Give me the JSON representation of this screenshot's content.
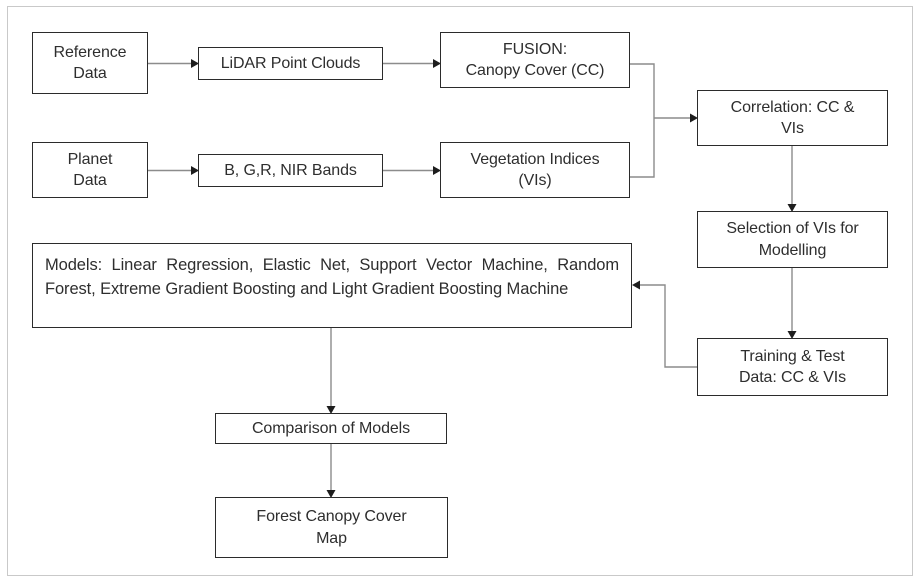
{
  "figure": {
    "title": "Forest canopy cover modelling workflow",
    "colors": {
      "box_border": "#2b2b2b",
      "connector": "#8c8c8c",
      "arrowhead": "#1d1d1d",
      "frame": "#c9c9c9",
      "background": "#ffffff",
      "text": "#2e2e2e"
    }
  },
  "nodes": {
    "reference_data": {
      "line1": "Reference",
      "line2": "Data"
    },
    "lidar_point_clouds": {
      "label": "LiDAR Point Clouds"
    },
    "fusion_canopy_cover": {
      "line1": "FUSION:",
      "line2": "Canopy Cover (CC)"
    },
    "planet_data": {
      "line1": "Planet",
      "line2": "Data"
    },
    "bgr_nir_bands": {
      "label": "B, G,R, NIR Bands"
    },
    "vegetation_indices": {
      "line1": "Vegetation Indices",
      "line2": "(VIs)"
    },
    "correlation": {
      "line1": "Correlation: CC &",
      "line2": "VIs"
    },
    "selection_of_vis": {
      "line1": "Selection of VIs for",
      "line2": "Modelling"
    },
    "training_test_data": {
      "line1": "Training & Test",
      "line2": "Data: CC & VIs"
    },
    "models": {
      "label": "Models: Linear Regression, Elastic Net, Support Vector Machine, Random Forest, Extreme Gradient Boosting and Light Gradient Boosting Machine"
    },
    "comparison_of_models": {
      "label": "Comparison of Models"
    },
    "forest_canopy_cover_map": {
      "line1": "Forest Canopy Cover",
      "line2": "Map"
    }
  },
  "edges": [
    {
      "name": "reference-data-to-lidar",
      "from": "reference_data",
      "to": "lidar_point_clouds"
    },
    {
      "name": "lidar-to-fusion",
      "from": "lidar_point_clouds",
      "to": "fusion_canopy_cover"
    },
    {
      "name": "planet-data-to-bands",
      "from": "planet_data",
      "to": "bgr_nir_bands"
    },
    {
      "name": "bands-to-vegetation-indices",
      "from": "bgr_nir_bands",
      "to": "vegetation_indices"
    },
    {
      "name": "fusion-to-correlation",
      "from": "fusion_canopy_cover",
      "to": "correlation"
    },
    {
      "name": "vegetation-indices-to-correlation",
      "from": "vegetation_indices",
      "to": "correlation"
    },
    {
      "name": "correlation-to-selection",
      "from": "correlation",
      "to": "selection_of_vis"
    },
    {
      "name": "selection-to-training-test",
      "from": "selection_of_vis",
      "to": "training_test_data"
    },
    {
      "name": "training-test-to-models",
      "from": "training_test_data",
      "to": "models"
    },
    {
      "name": "models-to-comparison",
      "from": "models",
      "to": "comparison_of_models"
    },
    {
      "name": "comparison-to-map",
      "from": "comparison_of_models",
      "to": "forest_canopy_cover_map"
    }
  ]
}
